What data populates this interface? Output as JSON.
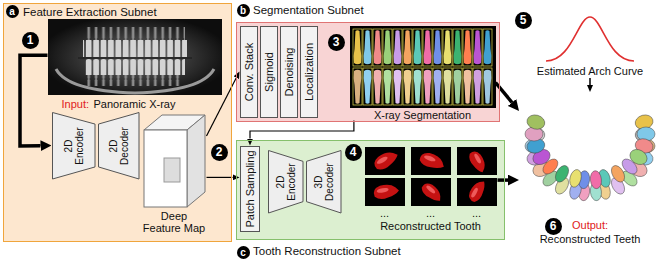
{
  "diagram": {
    "nodes": [
      {
        "text": [
          "Feature Extraction Subnet"
        ]
      },
      {
        "text": [
          "Input:",
          "Panoramic X-ray"
        ],
        "in": 0
      },
      {
        "text": [
          "2D Encoder"
        ],
        "in": 0
      },
      {
        "text": [
          "2D Decoder"
        ],
        "in": 0
      },
      {
        "text": [
          "Deep Feature Map"
        ],
        "in": 0
      },
      {
        "text": [
          "Segmentation Subnet"
        ]
      },
      {
        "text": [
          "Conv. Stack"
        ],
        "in": 5
      },
      {
        "text": [
          "Sigmoid"
        ],
        "in": 5
      },
      {
        "text": [
          "Denoising"
        ],
        "in": 5
      },
      {
        "text": [
          "Localization"
        ],
        "in": 5
      },
      {
        "text": [
          "X-ray Segmentation"
        ],
        "in": 5
      },
      {
        "text": [
          "Tooth Reconstruction Subnet"
        ]
      },
      {
        "text": [
          "Patch Sampling"
        ],
        "in": 11
      },
      {
        "text": [
          "2D Encoder"
        ],
        "in": 11
      },
      {
        "text": [
          "3D Decoder"
        ],
        "in": 11
      },
      {
        "text": [
          "...",
          "...",
          "...",
          "Reconstructed Tooth"
        ],
        "in": 11
      },
      {
        "text": [
          "Estimated Arch Curve"
        ]
      },
      {
        "text": [
          "Output:",
          "Reconstructed Teeth"
        ]
      }
    ],
    "edges": [
      {
        "from": 1,
        "to": 2,
        "arrow": "to"
      },
      {
        "from": 4,
        "to": 6,
        "arrow": "to"
      },
      {
        "from": 4,
        "to": 12,
        "arrow": "to"
      },
      {
        "from": 10,
        "to": 12,
        "arrow": "to"
      },
      {
        "from": 10,
        "to": 17,
        "arrow": "to"
      },
      {
        "from": 15,
        "to": 17,
        "arrow": "to"
      },
      {
        "from": 16,
        "to": 17,
        "arrow": "to"
      }
    ],
    "labels": [
      "a",
      "b",
      "c",
      "1",
      "2",
      "3",
      "4",
      "5",
      "6"
    ]
  }
}
